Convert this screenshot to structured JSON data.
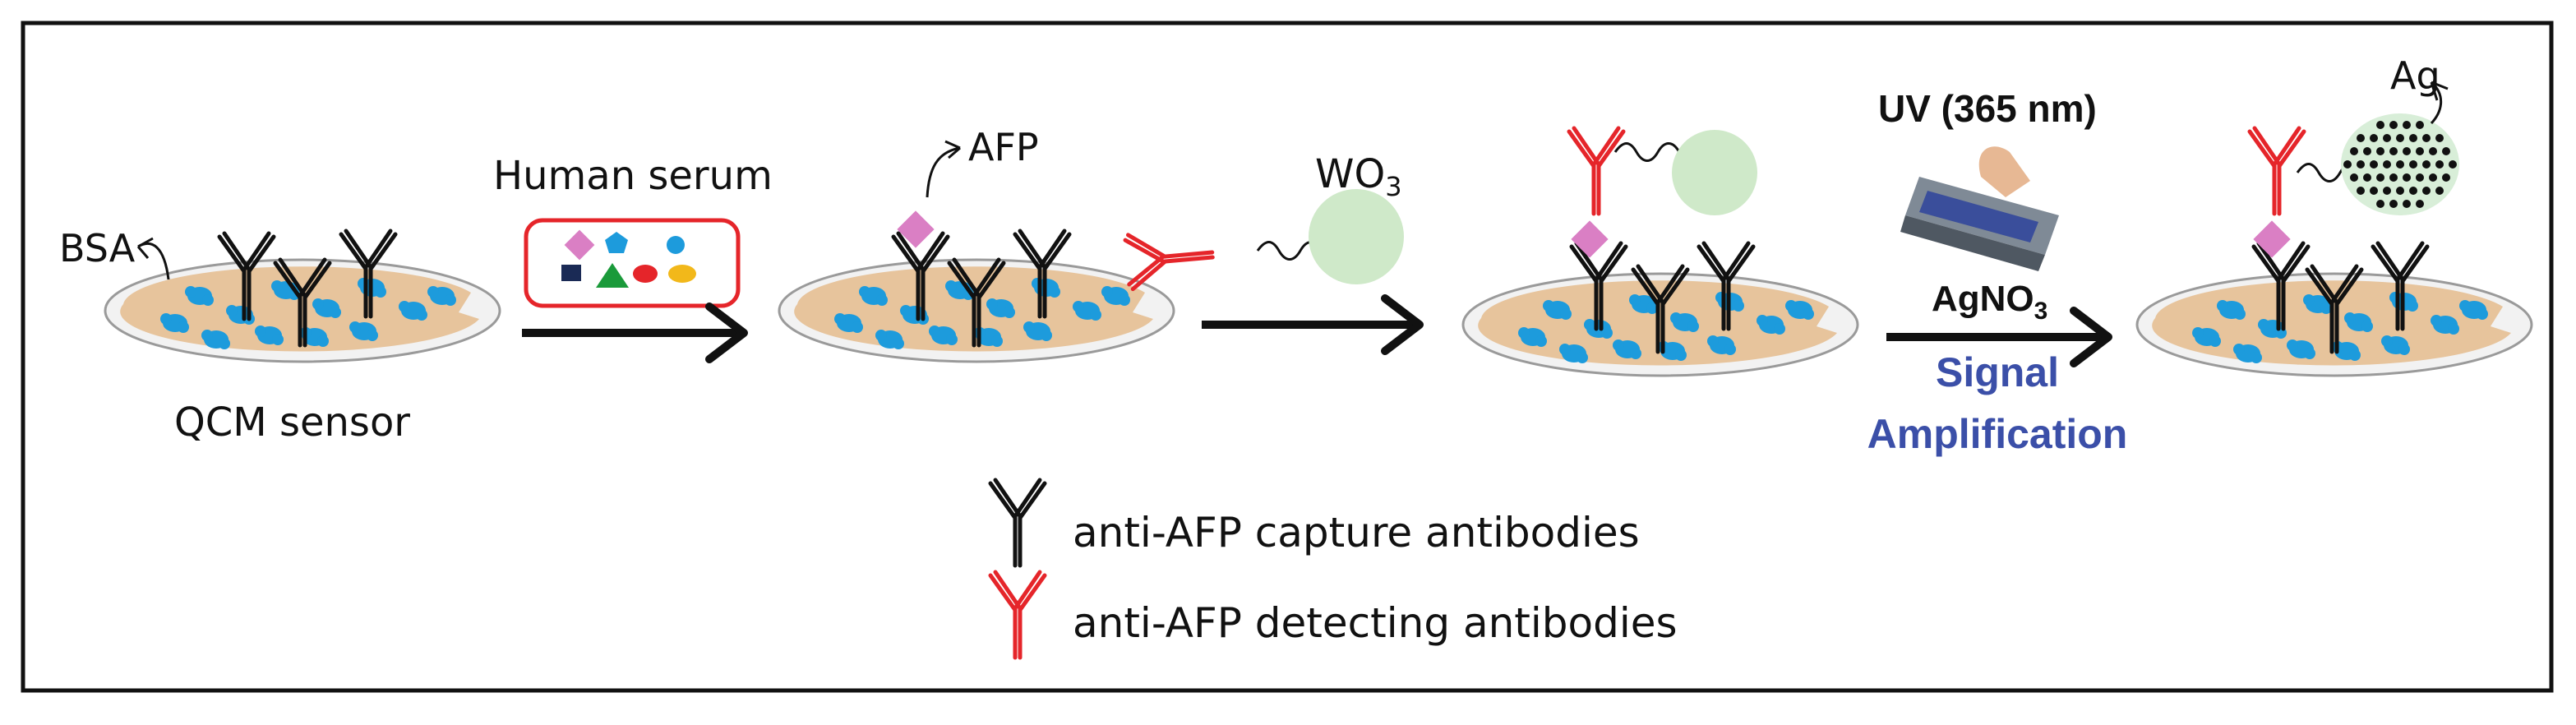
{
  "labels": {
    "bsa": "BSA",
    "qcm_sensor": "QCM sensor",
    "human_serum": "Human serum",
    "afp": "AFP",
    "wo3_base": "WO",
    "wo3_sub": "3",
    "uv": "UV (365 nm)",
    "agno3_base": "AgNO",
    "agno3_sub": "3",
    "signal": "Signal",
    "amplification": "Amplification",
    "ag": "Ag"
  },
  "legend": {
    "capture": "anti-AFP capture antibodies",
    "detecting": "anti-AFP detecting antibodies"
  },
  "colors": {
    "disc_fill": "#e7c49c",
    "disc_rim": "#f2f2f2",
    "bsa_blue": "#1d9bdc",
    "afp_pink": "#da7fc4",
    "capture_ab": "#111111",
    "detect_ab": "#e5252a",
    "wo3_green": "#cfe9c9",
    "signal_blue": "#3b4fa8",
    "serum_box": "#e5252a"
  }
}
